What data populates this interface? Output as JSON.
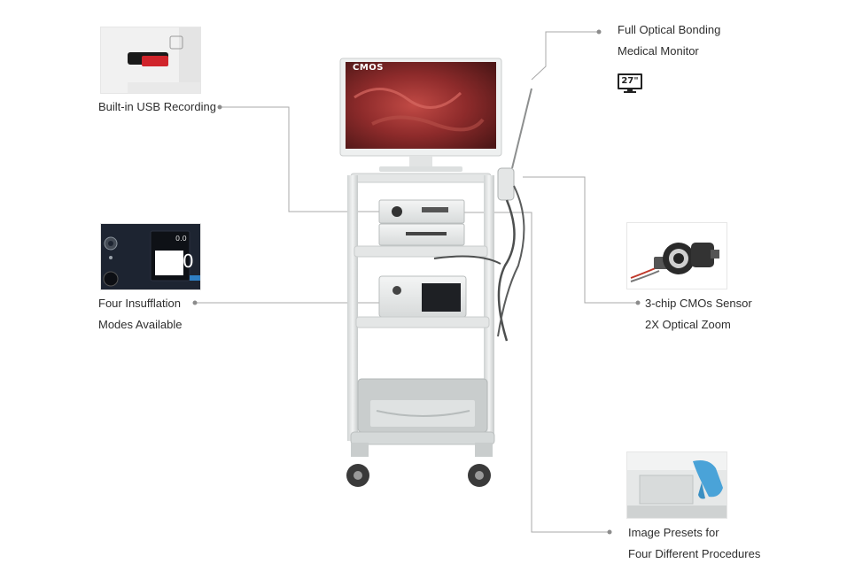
{
  "labels": {
    "usb": "Built-in USB Recording",
    "monitor_line1": "Full Optical Bonding",
    "monitor_line2": "Medical Monitor",
    "monitor_size": "27\"",
    "insufflation_line1": "Four Insufflation",
    "insufflation_line2": "Modes Available",
    "sensor_line1": "3-chip CMOs Sensor",
    "sensor_line2": "2X Optical Zoom",
    "presets_line1": "Image Presets for",
    "presets_line2": "Four Different Procedures"
  },
  "screen": {
    "tag": "CMOS"
  },
  "insufflator_display": {
    "readout_top": "0.0",
    "readout_big": "0"
  },
  "icons": {
    "monitor_size": "monitor-27-icon",
    "usb": "usb-drive-icon",
    "camera": "camera-head-icon",
    "hand": "gloved-hand-icon"
  },
  "colors": {
    "leader_line": "#9a9a9a",
    "dot": "#8c8c8c",
    "glove": "#4aa3d8",
    "tissue": "#8a2a2a",
    "cart": "#d9dcdc"
  }
}
